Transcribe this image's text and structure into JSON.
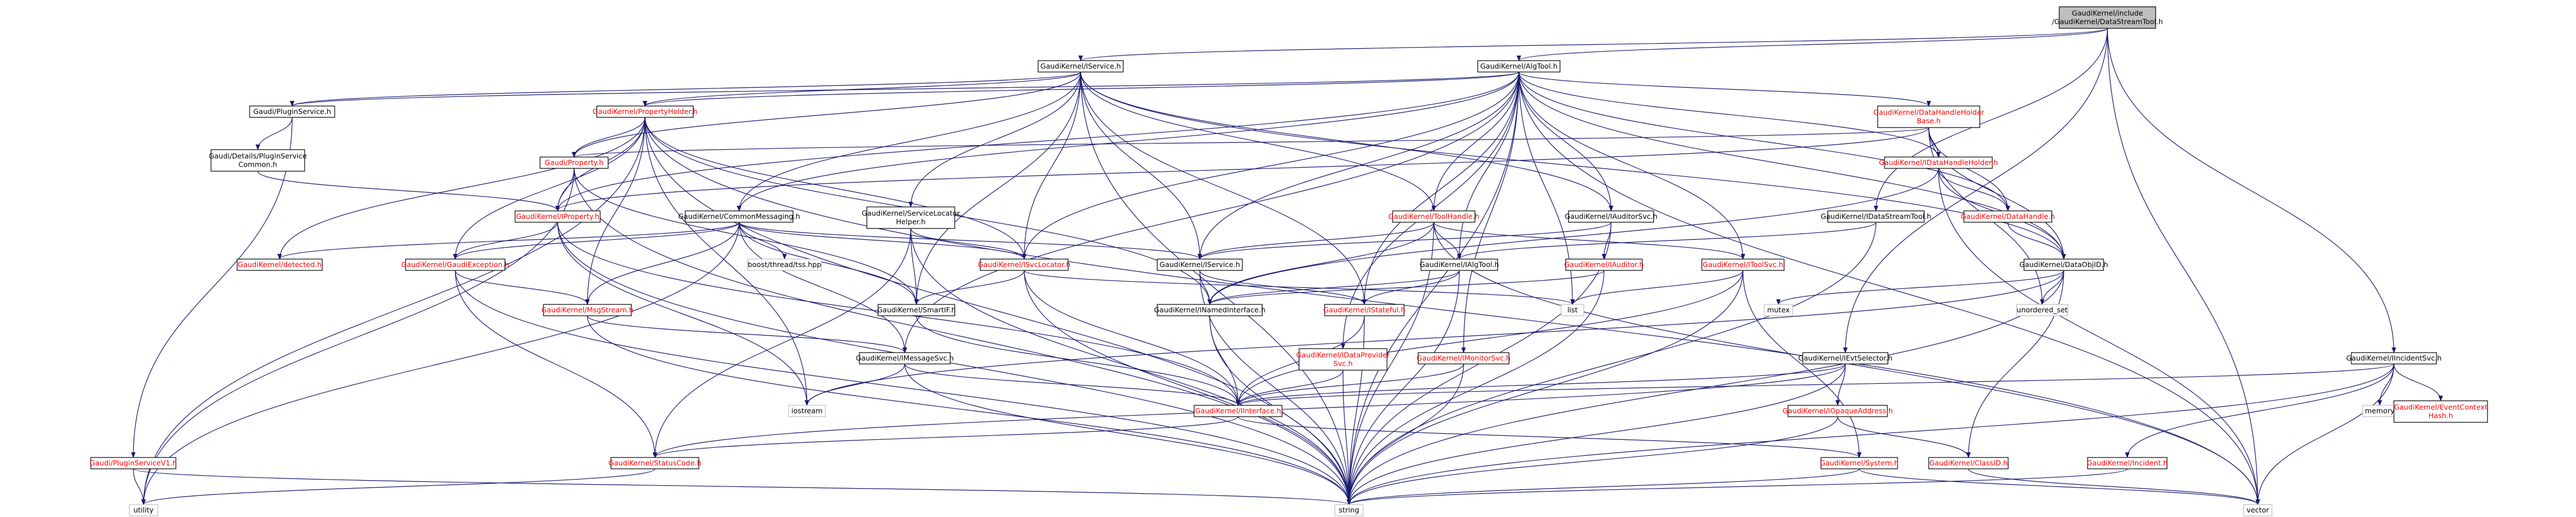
{
  "diagram": {
    "colors": {
      "edge": "#191970",
      "root_fill": "#bfbfbf",
      "node_fill": "#ffffff",
      "node_stroke": "#000000",
      "link_text": "#000000",
      "red_text": "#ff0000",
      "system_stroke": "#bfbfbf"
    },
    "nodes": [
      {
        "id": "root",
        "lines": [
          "GaudiKernel/include",
          "/GaudiKernel/DataStreamTool.h"
        ],
        "style": "root"
      },
      {
        "id": "iservice",
        "lines": [
          "GaudiKernel/IService.h"
        ],
        "style": "link"
      },
      {
        "id": "algtool",
        "lines": [
          "GaudiKernel/AlgTool.h"
        ],
        "style": "link"
      },
      {
        "id": "idsthandle",
        "lines": [
          "GaudiKernel/IDataStreamTool.h"
        ],
        "style": "link"
      },
      {
        "id": "ievtsel",
        "lines": [
          "GaudiKernel/IEvtSelector.h"
        ],
        "style": "link"
      },
      {
        "id": "iincsvc",
        "lines": [
          "GaudiKernel/IIncidentSvc.h"
        ],
        "style": "link"
      },
      {
        "id": "pluginsvc",
        "lines": [
          "Gaudi/PluginService.h"
        ],
        "style": "link"
      },
      {
        "id": "pluginsvccommon",
        "lines": [
          "Gaudi/Details/PluginService",
          "Common.h"
        ],
        "style": "link"
      },
      {
        "id": "pluginsvcv1",
        "lines": [
          "Gaudi/PluginServiceV1.h"
        ],
        "style": "red"
      },
      {
        "id": "propholder",
        "lines": [
          "GaudiKernel/PropertyHolder.h"
        ],
        "style": "red"
      },
      {
        "id": "property",
        "lines": [
          "Gaudi/Property.h"
        ],
        "style": "red"
      },
      {
        "id": "iproperty",
        "lines": [
          "GaudiKernel/IProperty.h"
        ],
        "style": "red"
      },
      {
        "id": "commonmsg",
        "lines": [
          "GaudiKernel/CommonMessaging.h"
        ],
        "style": "link"
      },
      {
        "id": "svclocator",
        "lines": [
          "GaudiKernel/ServiceLocator",
          "Helper.h"
        ],
        "style": "link"
      },
      {
        "id": "toolhandle",
        "lines": [
          "GaudiKernel/ToolHandle.h"
        ],
        "style": "red"
      },
      {
        "id": "iauditorsvc",
        "lines": [
          "GaudiKernel/IAuditorSvc.h"
        ],
        "style": "link"
      },
      {
        "id": "datahandleholder",
        "lines": [
          "GaudiKernel/DataHandleHolder",
          "Base.h"
        ],
        "style": "red"
      },
      {
        "id": "idatahandleholder",
        "lines": [
          "GaudiKernel/IDataHandleHolder.h"
        ],
        "style": "red"
      },
      {
        "id": "datahandle",
        "lines": [
          "GaudiKernel/DataHandle.h"
        ],
        "style": "red"
      },
      {
        "id": "dataobjid",
        "lines": [
          "GaudiKernel/DataObjID.h"
        ],
        "style": "link"
      },
      {
        "id": "detected",
        "lines": [
          "GaudiKernel/detected.h"
        ],
        "style": "red"
      },
      {
        "id": "gaudiexception",
        "lines": [
          "GaudiKernel/GaudiException.h"
        ],
        "style": "red"
      },
      {
        "id": "boostthread",
        "lines": [
          "boost/thread/tss.hpp"
        ],
        "style": "system"
      },
      {
        "id": "isvclocator",
        "lines": [
          "GaudiKernel/ISvcLocator.h"
        ],
        "style": "red"
      },
      {
        "id": "iservice2",
        "lines": [
          "GaudiKernel/IService.h"
        ],
        "style": "link"
      },
      {
        "id": "ialgtool",
        "lines": [
          "GaudiKernel/IAlgTool.h"
        ],
        "style": "link"
      },
      {
        "id": "iauditor",
        "lines": [
          "GaudiKernel/IAuditor.h"
        ],
        "style": "red"
      },
      {
        "id": "itoolsvc",
        "lines": [
          "GaudiKernel/IToolSvc.h"
        ],
        "style": "red"
      },
      {
        "id": "msgstream",
        "lines": [
          "GaudiKernel/MsgStream.h"
        ],
        "style": "red"
      },
      {
        "id": "smartif",
        "lines": [
          "GaudiKernel/SmartIF.h"
        ],
        "style": "link"
      },
      {
        "id": "inamedinterface",
        "lines": [
          "GaudiKernel/INamedInterface.h"
        ],
        "style": "link"
      },
      {
        "id": "istateful",
        "lines": [
          "GaudiKernel/IStateful.h"
        ],
        "style": "red"
      },
      {
        "id": "list",
        "lines": [
          "list"
        ],
        "style": "system"
      },
      {
        "id": "mutex",
        "lines": [
          "mutex"
        ],
        "style": "system"
      },
      {
        "id": "unordered_set",
        "lines": [
          "unordered_set"
        ],
        "style": "system"
      },
      {
        "id": "imessagesvc",
        "lines": [
          "GaudiKernel/IMessageSvc.h"
        ],
        "style": "link"
      },
      {
        "id": "idataprovidersvc",
        "lines": [
          "GaudiKernel/IDataProvider",
          "Svc.h"
        ],
        "style": "red"
      },
      {
        "id": "imonitorsvc",
        "lines": [
          "GaudiKernel/IMonitorSvc.h"
        ],
        "style": "red"
      },
      {
        "id": "iopaqueaddress",
        "lines": [
          "GaudiKernel/IOpaqueAddress.h"
        ],
        "style": "red"
      },
      {
        "id": "iincident",
        "lines": [
          "GaudiKernel/Incident.h"
        ],
        "style": "red"
      },
      {
        "id": "memory",
        "lines": [
          "memory"
        ],
        "style": "system"
      },
      {
        "id": "eventcontexthash",
        "lines": [
          "GaudiKernel/EventContext",
          "Hash.h"
        ],
        "style": "red"
      },
      {
        "id": "iostream",
        "lines": [
          "iostream"
        ],
        "style": "system"
      },
      {
        "id": "iinterface",
        "lines": [
          "GaudiKernel/IInterface.h"
        ],
        "style": "red"
      },
      {
        "id": "statuscode",
        "lines": [
          "GaudiKernel/StatusCode.h"
        ],
        "style": "red"
      },
      {
        "id": "system",
        "lines": [
          "GaudiKernel/System.h"
        ],
        "style": "red"
      },
      {
        "id": "classid",
        "lines": [
          "GaudiKernel/ClassID.h"
        ],
        "style": "red"
      },
      {
        "id": "utility",
        "lines": [
          "utility"
        ],
        "style": "system"
      },
      {
        "id": "string",
        "lines": [
          "string"
        ],
        "style": "system"
      },
      {
        "id": "vector",
        "lines": [
          "vector"
        ],
        "style": "system"
      }
    ],
    "edges": [
      [
        "root",
        "iservice"
      ],
      [
        "root",
        "algtool"
      ],
      [
        "root",
        "idsthandle"
      ],
      [
        "root",
        "ievtsel"
      ],
      [
        "root",
        "iincsvc"
      ],
      [
        "root",
        "vector"
      ],
      [
        "iservice",
        "pluginsvc"
      ],
      [
        "iservice",
        "propholder"
      ],
      [
        "iservice",
        "property"
      ],
      [
        "iservice",
        "commonmsg"
      ],
      [
        "iservice",
        "svclocator"
      ],
      [
        "iservice",
        "isvclocator"
      ],
      [
        "iservice",
        "iservice2"
      ],
      [
        "iservice",
        "istateful"
      ],
      [
        "iservice",
        "smartif"
      ],
      [
        "iservice",
        "toolhandle"
      ],
      [
        "iservice",
        "iauditorsvc"
      ],
      [
        "iservice",
        "dataobjid"
      ],
      [
        "iservice",
        "string"
      ],
      [
        "algtool",
        "pluginsvc"
      ],
      [
        "algtool",
        "propholder"
      ],
      [
        "algtool",
        "iproperty"
      ],
      [
        "algtool",
        "commonmsg"
      ],
      [
        "algtool",
        "toolhandle"
      ],
      [
        "algtool",
        "iauditorsvc"
      ],
      [
        "algtool",
        "datahandleholder"
      ],
      [
        "algtool",
        "idatahandleholder"
      ],
      [
        "algtool",
        "datahandle"
      ],
      [
        "algtool",
        "dataobjid"
      ],
      [
        "algtool",
        "isvclocator"
      ],
      [
        "algtool",
        "iservice2"
      ],
      [
        "algtool",
        "ialgtool"
      ],
      [
        "algtool",
        "itoolsvc"
      ],
      [
        "algtool",
        "imessagesvc"
      ],
      [
        "algtool",
        "idataprovidersvc"
      ],
      [
        "algtool",
        "imonitorsvc"
      ],
      [
        "algtool",
        "istateful"
      ],
      [
        "algtool",
        "list"
      ],
      [
        "algtool",
        "vector"
      ],
      [
        "algtool",
        "string"
      ],
      [
        "idsthandle",
        "ialgtool"
      ],
      [
        "idsthandle",
        "string"
      ],
      [
        "ievtsel",
        "iinterface"
      ],
      [
        "ievtsel",
        "iopaqueaddress"
      ],
      [
        "ievtsel",
        "statuscode"
      ],
      [
        "ievtsel",
        "string"
      ],
      [
        "iincsvc",
        "iinterface"
      ],
      [
        "iincsvc",
        "iincident"
      ],
      [
        "iincsvc",
        "memory"
      ],
      [
        "iincsvc",
        "eventcontexthash"
      ],
      [
        "iincsvc",
        "string"
      ],
      [
        "iincsvc",
        "vector"
      ],
      [
        "pluginsvc",
        "pluginsvccommon"
      ],
      [
        "pluginsvc",
        "pluginsvcv1"
      ],
      [
        "pluginsvccommon",
        "iproperty"
      ],
      [
        "pluginsvcv1",
        "utility"
      ],
      [
        "pluginsvcv1",
        "string"
      ],
      [
        "propholder",
        "property"
      ],
      [
        "propholder",
        "iproperty"
      ],
      [
        "propholder",
        "detected"
      ],
      [
        "propholder",
        "gaudiexception"
      ],
      [
        "propholder",
        "inamedinterface"
      ],
      [
        "propholder",
        "msgstream"
      ],
      [
        "propholder",
        "iostream"
      ],
      [
        "propholder",
        "utility"
      ],
      [
        "propholder",
        "vector"
      ],
      [
        "propholder",
        "string"
      ],
      [
        "propholder",
        "isvclocator"
      ],
      [
        "property",
        "iproperty"
      ],
      [
        "property",
        "smartif"
      ],
      [
        "property",
        "string"
      ],
      [
        "property",
        "utility"
      ],
      [
        "iproperty",
        "gaudiexception"
      ],
      [
        "iproperty",
        "iinterface"
      ],
      [
        "iproperty",
        "string"
      ],
      [
        "iproperty",
        "iostream"
      ],
      [
        "commonmsg",
        "iservice2"
      ],
      [
        "commonmsg",
        "boostthread"
      ],
      [
        "commonmsg",
        "isvclocator"
      ],
      [
        "commonmsg",
        "msgstream"
      ],
      [
        "commonmsg",
        "imessagesvc"
      ],
      [
        "commonmsg",
        "smartif"
      ],
      [
        "commonmsg",
        "detected"
      ],
      [
        "commonmsg",
        "gaudiexception"
      ],
      [
        "commonmsg",
        "utility"
      ],
      [
        "svclocator",
        "isvclocator"
      ],
      [
        "svclocator",
        "smartif"
      ],
      [
        "svclocator",
        "string"
      ],
      [
        "svclocator",
        "statuscode"
      ],
      [
        "toolhandle",
        "ialgtool"
      ],
      [
        "toolhandle",
        "iservice2"
      ],
      [
        "toolhandle",
        "inamedinterface"
      ],
      [
        "toolhandle",
        "itoolsvc"
      ],
      [
        "toolhandle",
        "string"
      ],
      [
        "toolhandle",
        "vector"
      ],
      [
        "iauditorsvc",
        "iauditor"
      ],
      [
        "iauditorsvc",
        "iservice2"
      ],
      [
        "iauditorsvc",
        "string"
      ],
      [
        "datahandleholder",
        "idatahandleholder"
      ],
      [
        "datahandleholder",
        "datahandle"
      ],
      [
        "datahandleholder",
        "dataobjid"
      ],
      [
        "datahandleholder",
        "unordered_set"
      ],
      [
        "datahandleholder",
        "property"
      ],
      [
        "datahandleholder",
        "iproperty"
      ],
      [
        "idatahandleholder",
        "datahandle"
      ],
      [
        "idatahandleholder",
        "dataobjid"
      ],
      [
        "idatahandleholder",
        "inamedinterface"
      ],
      [
        "idatahandleholder",
        "vector"
      ],
      [
        "datahandle",
        "dataobjid"
      ],
      [
        "dataobjid",
        "classid"
      ],
      [
        "dataobjid",
        "mutex"
      ],
      [
        "dataobjid",
        "unordered_set"
      ],
      [
        "dataobjid",
        "string"
      ],
      [
        "dataobjid",
        "iostream"
      ],
      [
        "gaudiexception",
        "msgstream"
      ],
      [
        "gaudiexception",
        "statuscode"
      ],
      [
        "gaudiexception",
        "string"
      ],
      [
        "isvclocator",
        "smartif"
      ],
      [
        "isvclocator",
        "iinterface"
      ],
      [
        "isvclocator",
        "list"
      ],
      [
        "isvclocator",
        "string"
      ],
      [
        "iservice2",
        "inamedinterface"
      ],
      [
        "iservice2",
        "istateful"
      ],
      [
        "iservice2",
        "string"
      ],
      [
        "ialgtool",
        "inamedinterface"
      ],
      [
        "ialgtool",
        "istateful"
      ],
      [
        "ialgtool",
        "string"
      ],
      [
        "iauditor",
        "inamedinterface"
      ],
      [
        "iauditor",
        "string"
      ],
      [
        "itoolsvc",
        "iinterface"
      ],
      [
        "itoolsvc",
        "system"
      ],
      [
        "itoolsvc",
        "list"
      ],
      [
        "itoolsvc",
        "string"
      ],
      [
        "msgstream",
        "imessagesvc"
      ],
      [
        "msgstream",
        "string"
      ],
      [
        "smartif",
        "iinterface"
      ],
      [
        "inamedinterface",
        "iinterface"
      ],
      [
        "inamedinterface",
        "string"
      ],
      [
        "istateful",
        "iinterface"
      ],
      [
        "istateful",
        "string"
      ],
      [
        "imessagesvc",
        "iinterface"
      ],
      [
        "imessagesvc",
        "iostream"
      ],
      [
        "imessagesvc",
        "string"
      ],
      [
        "idataprovidersvc",
        "iinterface"
      ],
      [
        "idataprovidersvc",
        "string"
      ],
      [
        "imonitorsvc",
        "iinterface"
      ],
      [
        "imonitorsvc",
        "string"
      ],
      [
        "iopaqueaddress",
        "classid"
      ],
      [
        "iopaqueaddress",
        "string"
      ],
      [
        "iincident",
        "string"
      ],
      [
        "iinterface",
        "statuscode"
      ],
      [
        "iinterface",
        "system"
      ],
      [
        "statuscode",
        "utility"
      ],
      [
        "system",
        "string"
      ],
      [
        "system",
        "vector"
      ],
      [
        "classid",
        "vector"
      ]
    ]
  }
}
